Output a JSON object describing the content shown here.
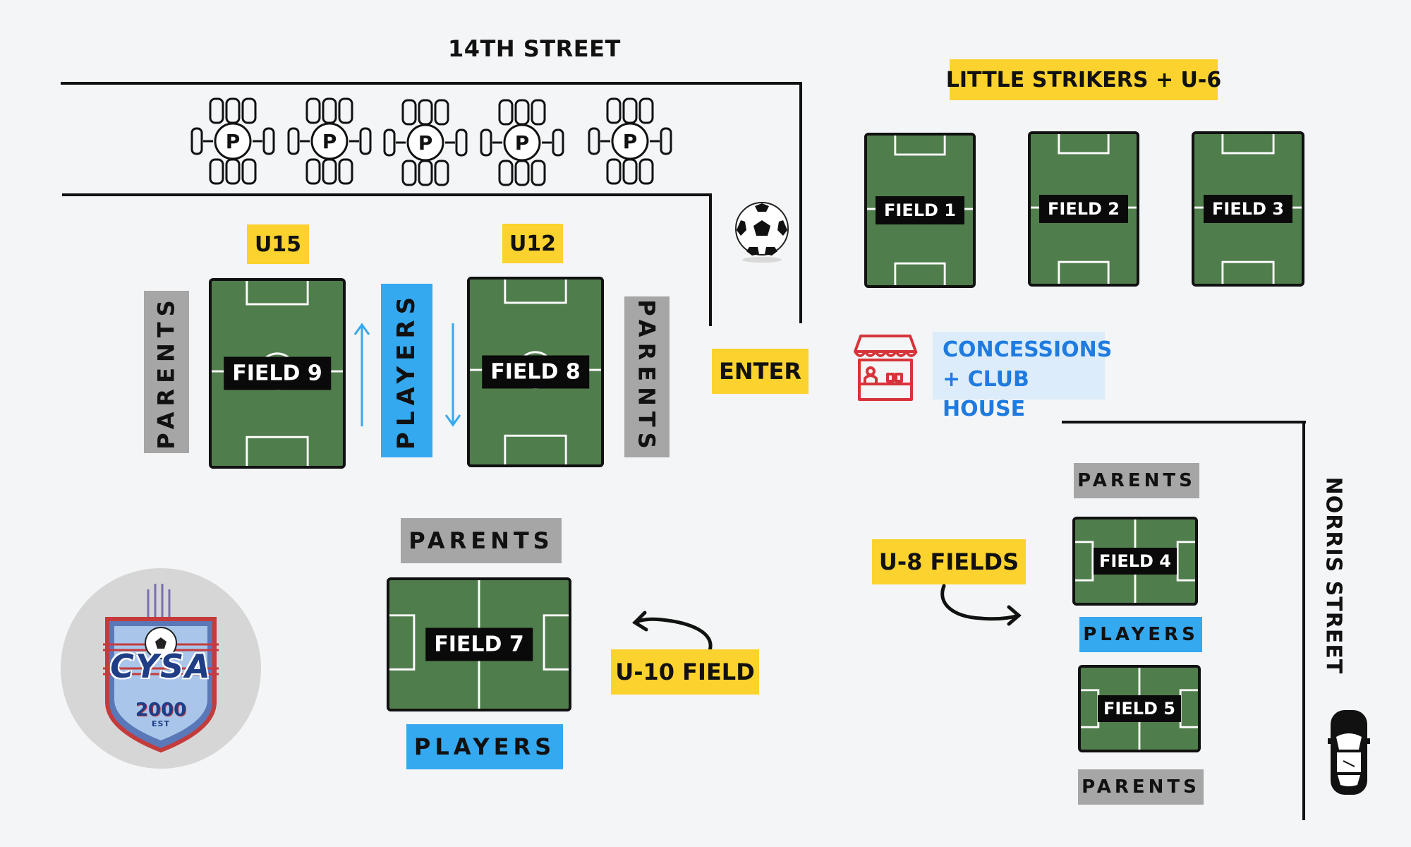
{
  "streets": {
    "top": "14TH STREET",
    "right": "NORRIS STREET"
  },
  "parking": {
    "symbol": "P",
    "lot_count": 5
  },
  "labels": {
    "little_strikers": "LITTLE STRIKERS + U-6",
    "u15": "U15",
    "u12": "U12",
    "enter": "ENTER",
    "u8": "U-8 FIELDS",
    "u10": "U-10 FIELD",
    "concessions_line1": "CONCESSIONS",
    "concessions_line2": "+ CLUB HOUSE"
  },
  "zones": {
    "parents": "PARENTS",
    "players": "PLAYERS"
  },
  "fields": {
    "f1": "FIELD 1",
    "f2": "FIELD 2",
    "f3": "FIELD 3",
    "f4": "FIELD 4",
    "f5": "FIELD 5",
    "f7": "FIELD 7",
    "f8": "FIELD 8",
    "f9": "FIELD 9"
  },
  "logo": {
    "text": "CYSA",
    "year": "2000",
    "est": "EST"
  },
  "colors": {
    "field_green": "#507d4c",
    "label_yellow": "#fbd22e",
    "parents_gray": "#a6a6a6",
    "players_blue": "#35a9ef",
    "concessions_blue": "#1f7be0",
    "concessions_bg": "#dcecfb",
    "store_red": "#d6343a"
  }
}
